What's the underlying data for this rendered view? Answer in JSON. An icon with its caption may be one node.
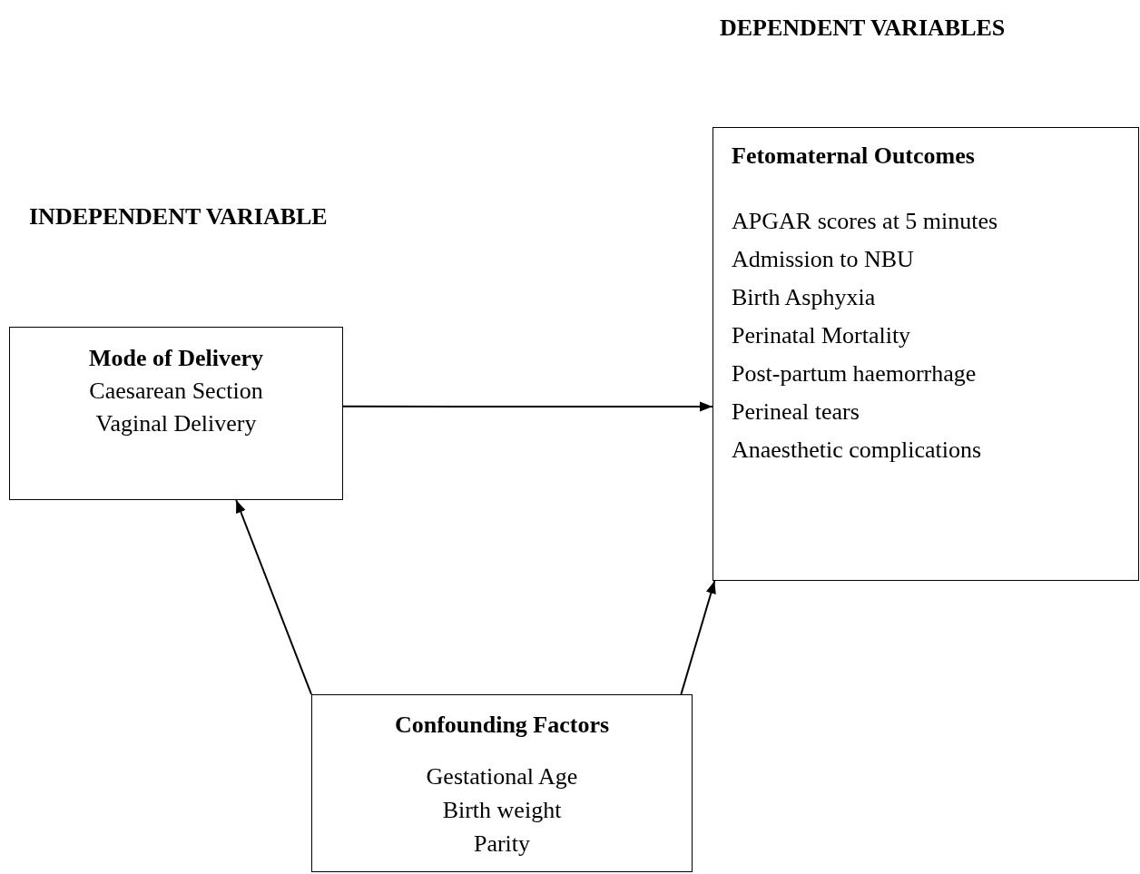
{
  "diagram": {
    "nodes": [
      {
        "text": [
          "Mode of Delivery",
          "Caesarean Section",
          "Vaginal Delivery"
        ]
      },
      {
        "text": [
          "Fetomaternal Outcomes",
          "APGAR scores at 5 minutes",
          "Admission to NBU",
          "Birth Asphyxia",
          "Perinatal Mortality",
          "Post-partum haemorrhage",
          "Perineal tears",
          "Anaesthetic complications"
        ]
      },
      {
        "text": [
          "Confounding Factors",
          "Gestational Age",
          "Birth weight",
          "Parity"
        ]
      }
    ],
    "edges": [
      {
        "from": 0,
        "to": 1,
        "arrow": "to"
      },
      {
        "from": 2,
        "to": 0,
        "arrow": "to"
      },
      {
        "from": 2,
        "to": 1,
        "arrow": "to"
      }
    ],
    "labels": [
      "DEPENDENT VARIABLES",
      "INDEPENDENT VARIABLE"
    ]
  }
}
